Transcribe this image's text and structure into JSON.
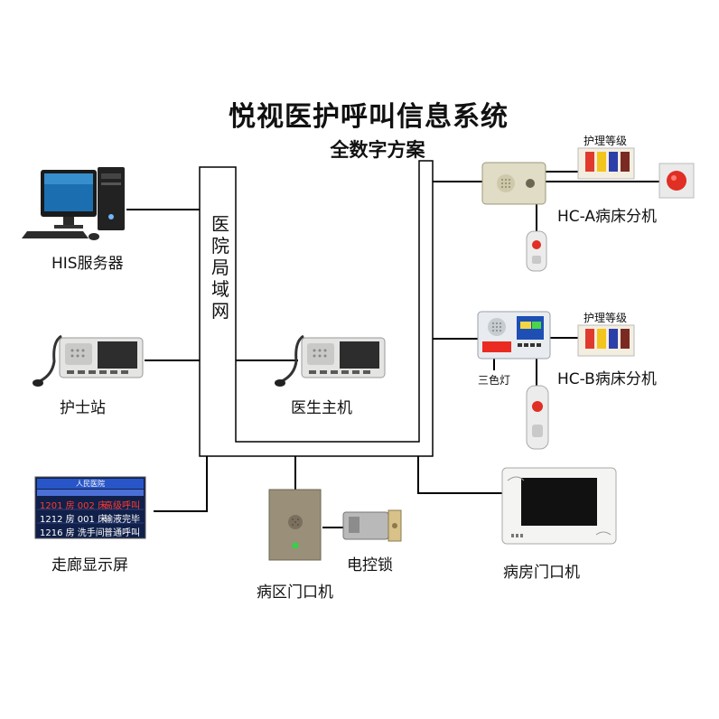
{
  "diagram": {
    "title": "悦视医护呼叫信息系统",
    "subtitle": "全数字方案",
    "lan_label": "医院局域网",
    "nodes": {
      "his_server": "HIS服务器",
      "nurse_station": "护士站",
      "doctor_host": "医生主机",
      "corridor_display": "走廊显示屏",
      "ward_door_unit": "病区门口机",
      "electric_lock": "电控锁",
      "room_door_unit": "病房门口机",
      "bed_unit_a": "HC-A病床分机",
      "bed_unit_b": "HC-B病床分机",
      "nursing_level_a": "护理等级",
      "nursing_level_b": "护理等级",
      "tri_color_light": "三色灯"
    },
    "display_screen": {
      "header": "人民医院",
      "rows": [
        {
          "left": "1201 房 002 床",
          "right": "高级呼叫"
        },
        {
          "left": "1212 房 001 床",
          "right": "输液完毕"
        },
        {
          "left": "1216 房 洗手间",
          "right": "普通呼叫"
        }
      ]
    },
    "colors": {
      "line": "#000000",
      "screen_bg": "#10204a",
      "screen_alert": "#ff3b2f",
      "nursing_tabs": [
        "#e03a2e",
        "#f2c51c",
        "#2d3fa8",
        "#7a2a22"
      ]
    }
  }
}
